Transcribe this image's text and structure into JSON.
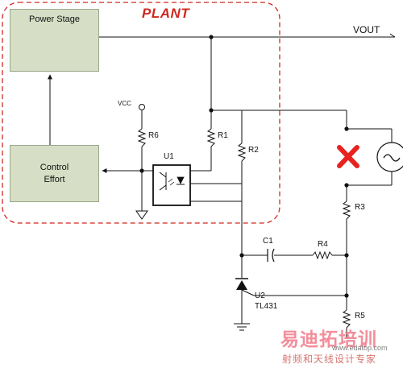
{
  "plant_label": "PLANT",
  "blocks": {
    "power_stage": "Power Stage",
    "control_effort_line1": "Control",
    "control_effort_line2": "Effort"
  },
  "output_label": "VOUT",
  "supply_label": "VCC",
  "components": {
    "u1": "U1",
    "r1": "R1",
    "r2": "R2",
    "r3": "R3",
    "r4": "R4",
    "r5": "R5",
    "r6": "R6",
    "c1": "C1",
    "u2": "U2",
    "u2_part": "TL431"
  },
  "watermark": {
    "brand": "易迪拓培训",
    "url": "www.edatop.com",
    "slogan": "射频和天线设计专家"
  },
  "colors": {
    "block_fill": "#d6dfc5",
    "plant_border": "#d0281f",
    "cross": "#e8231f",
    "wire": "#111111"
  },
  "icons": [
    "transformer-icon",
    "optocoupler-icon",
    "ac-source-icon",
    "cross-mark-icon",
    "ground-icon",
    "zener-icon"
  ]
}
